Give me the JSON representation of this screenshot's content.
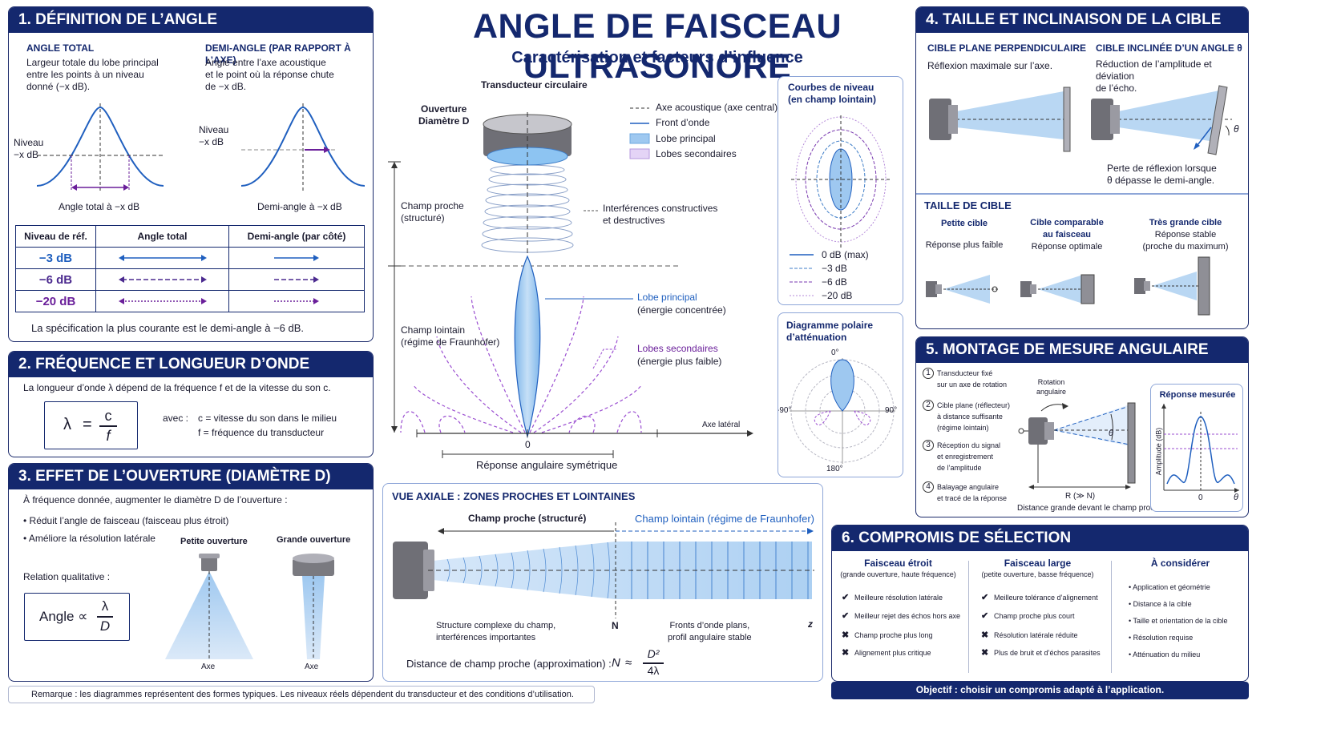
{
  "title": "ANGLE DE FAISCEAU ULTRASONORE",
  "subtitle": "Caractérisation et facteurs d’influence",
  "p1": {
    "header": "1. DÉFINITION DE L’ANGLE",
    "total_title": "ANGLE TOTAL",
    "total_desc": "Largeur totale du lobe principal\nentre les points à un niveau\ndonné (−x dB).",
    "half_title": "DEMI-ANGLE (PAR RAPPORT À L’AXE)",
    "half_desc": "Angle entre l’axe acoustique\net le point où la réponse chute\nde −x dB.",
    "niveau": "Niveau\n−x dB",
    "cap_total": "Angle total à −x dB",
    "cap_half": "Demi-angle à −x dB",
    "table_headers": [
      "Niveau de réf.",
      "Angle total",
      "Demi-angle (par côté)"
    ],
    "rows": [
      "−3 dB",
      "−6 dB",
      "−20 dB"
    ],
    "note": "La spécification la plus courante est le demi-angle à −6 dB."
  },
  "p2": {
    "header": "2. FRÉQUENCE ET LONGUEUR D’ONDE",
    "desc": "La longueur d’onde λ dépend de la fréquence f et de la vitesse du son c.",
    "lambda": "λ",
    "eq": "=",
    "c": "c",
    "f": "f",
    "avec": "avec :",
    "c_def": "c = vitesse du son dans le milieu",
    "f_def": "f = fréquence du transducteur"
  },
  "p3": {
    "header": "3. EFFET DE L’OUVERTURE (DIAMÈTRE D)",
    "desc": "À fréquence donnée, augmenter le diamètre D de l’ouverture :",
    "b1": "•  Réduit l’angle de faisceau (faisceau plus étroit)",
    "b2": "•  Améliore la résolution latérale",
    "small": "Petite ouverture",
    "large": "Grande ouverture",
    "rel": "Relation qualitative :",
    "angle": "Angle ∝",
    "lam": "λ",
    "D": "D",
    "axe": "Axe"
  },
  "center": {
    "transducer": "Transducteur circulaire",
    "aperture": "Ouverture\nDiamètre D",
    "near": "Champ proche\n(structuré)",
    "far": "Champ lointain\n(régime de Fraunhofer)",
    "legend": [
      "Axe acoustique (axe central)",
      "Front d’onde",
      "Lobe principal",
      "Lobes secondaires"
    ],
    "interf": "Interférences constructives\net destructives",
    "main": "Lobe principal",
    "main2": "(énergie concentrée)",
    "side": "Lobes secondaires",
    "side2": "(énergie plus faible)",
    "lat": "Axe latéral",
    "zero": "0",
    "sym": "Réponse angulaire symétrique"
  },
  "contour": {
    "title": "Courbes de niveau\n(en champ lointain)",
    "levels": [
      "0 dB (max)",
      "−3 dB",
      "−6 dB",
      "−20 dB"
    ]
  },
  "polar": {
    "title": "Diagramme polaire\nd’atténuation",
    "a0": "0°",
    "a90": "90°",
    "am90": "-90°",
    "a180": "180°"
  },
  "axial": {
    "title": "VUE AXIALE : ZONES PROCHES ET LOINTAINES",
    "near": "Champ proche (structuré)",
    "far": "Champ lointain (régime de Fraunhofer)",
    "near_desc": "Structure complexe du champ,\ninterférences importantes",
    "N": "N",
    "far_desc": "Fronts d’onde plans,\nprofil angulaire stable",
    "z": "z",
    "formula_label": "Distance de champ proche (approximation) :",
    "Nf": "N",
    "approx": "≈",
    "num": "D²",
    "den": "4λ"
  },
  "p4": {
    "header": "4. TAILLE ET INCLINAISON DE LA CIBLE",
    "perp": "CIBLE PLANE PERPENDICULAIRE",
    "perp_desc": "Réflexion maximale sur l’axe.",
    "incl": "CIBLE INCLINÉE D’UN ANGLE θ",
    "incl_desc": "Réduction de l’amplitude et déviation\nde l’écho.",
    "theta": "θ",
    "loss": "Perte de réflexion lorsque\nθ dépasse le demi-angle.",
    "size_title": "TAILLE DE CIBLE",
    "small": "Petite cible",
    "small_d": "Réponse plus faible",
    "comp": "Cible comparable\nau faisceau",
    "comp_d": "Réponse optimale",
    "big": "Très grande cible",
    "big_d": "Réponse stable\n(proche du maximum)"
  },
  "p5": {
    "header": "5. MONTAGE DE MESURE ANGULAIRE",
    "steps": [
      "Transducteur fixé\nsur un axe de rotation",
      "Cible plane (réflecteur)\nà distance suffisante\n(régime lointain)",
      "Réception du signal\net enregistrement\nde l’amplitude",
      "Balayage angulaire\net tracé de la réponse"
    ],
    "nums": [
      "1",
      "2",
      "3",
      "4"
    ],
    "rot": "Rotation\nangulaire",
    "theta": "θ",
    "R": "R (≫ N)",
    "dist": "Distance grande devant le champ proche",
    "resp": "Réponse mesurée",
    "amp": "Amplitude (dB)",
    "zero": "0",
    "th": "θ"
  },
  "p6": {
    "header": "6. COMPROMIS DE SÉLECTION",
    "narrow": "Faisceau étroit",
    "narrow_s": "(grande ouverture, haute fréquence)",
    "wide": "Faisceau large",
    "wide_s": "(petite ouverture, basse fréquence)",
    "consider": "À considérer",
    "narrow_items": [
      {
        "m": "✔",
        "t": "Meilleure résolution latérale"
      },
      {
        "m": "✔",
        "t": "Meilleur rejet des échos hors axe"
      },
      {
        "m": "✖",
        "t": "Champ proche plus long"
      },
      {
        "m": "✖",
        "t": "Alignement plus critique"
      }
    ],
    "wide_items": [
      {
        "m": "✔",
        "t": "Meilleure tolérance d’alignement"
      },
      {
        "m": "✔",
        "t": "Champ proche plus court"
      },
      {
        "m": "✖",
        "t": "Résolution latérale réduite"
      },
      {
        "m": "✖",
        "t": "Plus de bruit et d’échos parasites"
      }
    ],
    "consider_items": [
      "•  Application et géométrie",
      "•  Distance à la cible",
      "•  Taille et orientation de la cible",
      "•  Résolution requise",
      "•  Atténuation du milieu"
    ],
    "objective": "Objectif : choisir un compromis adapté à l’application."
  },
  "remark": "Remarque : les diagrammes représentent des formes typiques. Les niveaux réels dépendent du transducteur et des conditions d’utilisation.",
  "colors": {
    "navy": "#14286e",
    "blue": "#1f5fbf",
    "purple": "#6a1f9a",
    "beam": "#9ec8f0"
  }
}
